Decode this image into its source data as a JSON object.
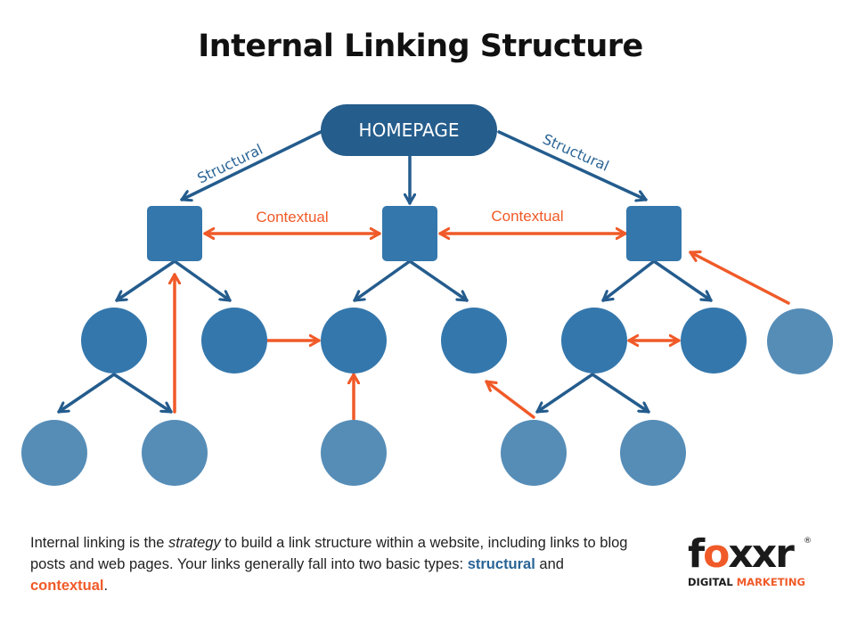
{
  "title": "Internal Linking Structure",
  "colors": {
    "homepage": "#255d8c",
    "level1": "#3477ac",
    "level2": "#3477ac",
    "level3": "#568db7",
    "structural": "#245c8d",
    "contextual": "#f05a28"
  },
  "diagram": {
    "homepage_label": "HOMEPAGE",
    "structural_label_left": "Structural",
    "structural_label_right": "Structural",
    "contextual_label_left": "Contextual",
    "contextual_label_right": "Contextual",
    "nodes": [
      {
        "id": "home",
        "type": "pill",
        "label": "HOMEPAGE",
        "level": 0
      },
      {
        "id": "cat-left",
        "type": "square",
        "level": 1
      },
      {
        "id": "cat-center",
        "type": "square",
        "level": 1
      },
      {
        "id": "cat-right",
        "type": "square",
        "level": 1
      },
      {
        "id": "page-l1",
        "type": "circle",
        "level": 2
      },
      {
        "id": "page-l2",
        "type": "circle",
        "level": 2
      },
      {
        "id": "page-c1",
        "type": "circle",
        "level": 2
      },
      {
        "id": "page-c2",
        "type": "circle",
        "level": 2
      },
      {
        "id": "page-r1",
        "type": "circle",
        "level": 2
      },
      {
        "id": "page-r2",
        "type": "circle",
        "level": 2
      },
      {
        "id": "orphan-r",
        "type": "circle",
        "level": 3
      },
      {
        "id": "post-l1a",
        "type": "circle",
        "level": 3
      },
      {
        "id": "post-l1b",
        "type": "circle",
        "level": 3
      },
      {
        "id": "post-c1",
        "type": "circle",
        "level": 3
      },
      {
        "id": "post-r1a",
        "type": "circle",
        "level": 3
      },
      {
        "id": "post-r1b",
        "type": "circle",
        "level": 3
      }
    ],
    "links": [
      {
        "from": "home",
        "to": "cat-left",
        "kind": "structural",
        "label": "Structural"
      },
      {
        "from": "home",
        "to": "cat-center",
        "kind": "structural"
      },
      {
        "from": "home",
        "to": "cat-right",
        "kind": "structural",
        "label": "Structural"
      },
      {
        "from": "cat-left",
        "to": "cat-center",
        "kind": "contextual",
        "bidirectional": true,
        "label": "Contextual"
      },
      {
        "from": "cat-center",
        "to": "cat-right",
        "kind": "contextual",
        "bidirectional": true,
        "label": "Contextual"
      },
      {
        "from": "cat-left",
        "to": "page-l1",
        "kind": "structural"
      },
      {
        "from": "cat-left",
        "to": "page-l2",
        "kind": "structural"
      },
      {
        "from": "cat-center",
        "to": "page-c1",
        "kind": "structural"
      },
      {
        "from": "cat-center",
        "to": "page-c2",
        "kind": "structural"
      },
      {
        "from": "cat-right",
        "to": "page-r1",
        "kind": "structural"
      },
      {
        "from": "cat-right",
        "to": "page-r2",
        "kind": "structural"
      },
      {
        "from": "page-l1",
        "to": "post-l1a",
        "kind": "structural"
      },
      {
        "from": "page-l1",
        "to": "post-l1b",
        "kind": "structural"
      },
      {
        "from": "page-r1",
        "to": "post-r1a",
        "kind": "structural"
      },
      {
        "from": "page-r1",
        "to": "post-r1b",
        "kind": "structural"
      },
      {
        "from": "post-l1b",
        "to": "cat-left",
        "kind": "contextual"
      },
      {
        "from": "page-l2",
        "to": "page-c1",
        "kind": "contextual"
      },
      {
        "from": "post-c1",
        "to": "page-c1",
        "kind": "contextual"
      },
      {
        "from": "post-r1a",
        "to": "page-c2",
        "kind": "contextual"
      },
      {
        "from": "page-r1",
        "to": "page-r2",
        "kind": "contextual",
        "bidirectional": true
      },
      {
        "from": "orphan-r",
        "to": "cat-right",
        "kind": "contextual"
      }
    ]
  },
  "description": {
    "part1": "Internal linking is the ",
    "emphasis": "strategy",
    "part2": " to build a link structure within a website, including links to blog posts and web pages. Your links generally fall into two basic types: ",
    "structural": "structural",
    "and": " and ",
    "contextual": "contextual",
    "end": "."
  },
  "logo": {
    "word_f": "f",
    "word_o": "o",
    "word_rest": "xxr",
    "registered": "®",
    "sub_digital": "DIGITAL ",
    "sub_marketing": "MARKETING"
  }
}
